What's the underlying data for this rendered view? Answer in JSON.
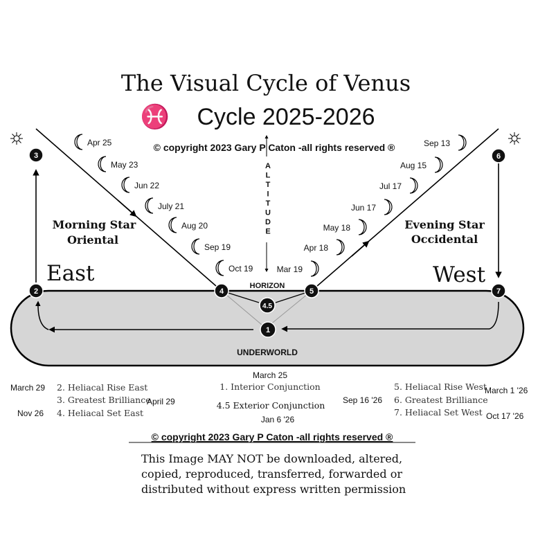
{
  "title": "The Visual Cycle of Venus",
  "subtitle_symbol": "♓",
  "subtitle": "Cycle 2025-2026",
  "copyright_top": "© copyright 2023 Gary P Caton -all rights reserved ®",
  "altitude_label": "ALTITUDE",
  "morning_star": {
    "line1": "Morning Star",
    "line2": "Oriental"
  },
  "evening_star": {
    "line1": "Evening Star",
    "line2": "Occidental"
  },
  "east_label": "East",
  "west_label": "West",
  "horizon_label": "HORIZON",
  "underworld_label": "UNDERWORLD",
  "markers": {
    "m1": "1",
    "m2": "2",
    "m3": "3",
    "m4": "4",
    "m45": "4.5",
    "m5": "5",
    "m6": "6",
    "m7": "7"
  },
  "morning_dates": [
    "Apr 25",
    "May 23",
    "Jun 22",
    "July 21",
    "Aug 20",
    "Sep 19",
    "Oct 19"
  ],
  "evening_dates": [
    "Mar 19",
    "Apr 18",
    "May 18",
    "Jun 17",
    "Jul 17",
    "Aug 15",
    "Sep 13"
  ],
  "legend": {
    "left": {
      "dates": [
        "March 29",
        "April 29",
        "Nov 26"
      ],
      "items": [
        "2.  Heliacal Rise East",
        "3.  Greatest Brilliance",
        "4.  Heliacal Set East"
      ]
    },
    "middle": {
      "date_top": "March 25",
      "item1": "1.  Interior Conjunction",
      "item2": "4.5  Exterior Conjunction",
      "date_bottom": "Jan 6 '26"
    },
    "right": {
      "dates": [
        "Sep 16 '26",
        "March 1 '26",
        "Oct 17 '26"
      ],
      "items": [
        "5.  Heliacal Rise West",
        "6.  Greatest Brilliance",
        "7.  Heliacal Set West"
      ]
    }
  },
  "copyright_bottom": "© copyright 2023 Gary P Caton -all rights reserved ®",
  "notice": [
    "This Image MAY NOT be downloaded, altered,",
    "copied, reproduced, transferred, forwarded or",
    "distributed without express written permission"
  ]
}
